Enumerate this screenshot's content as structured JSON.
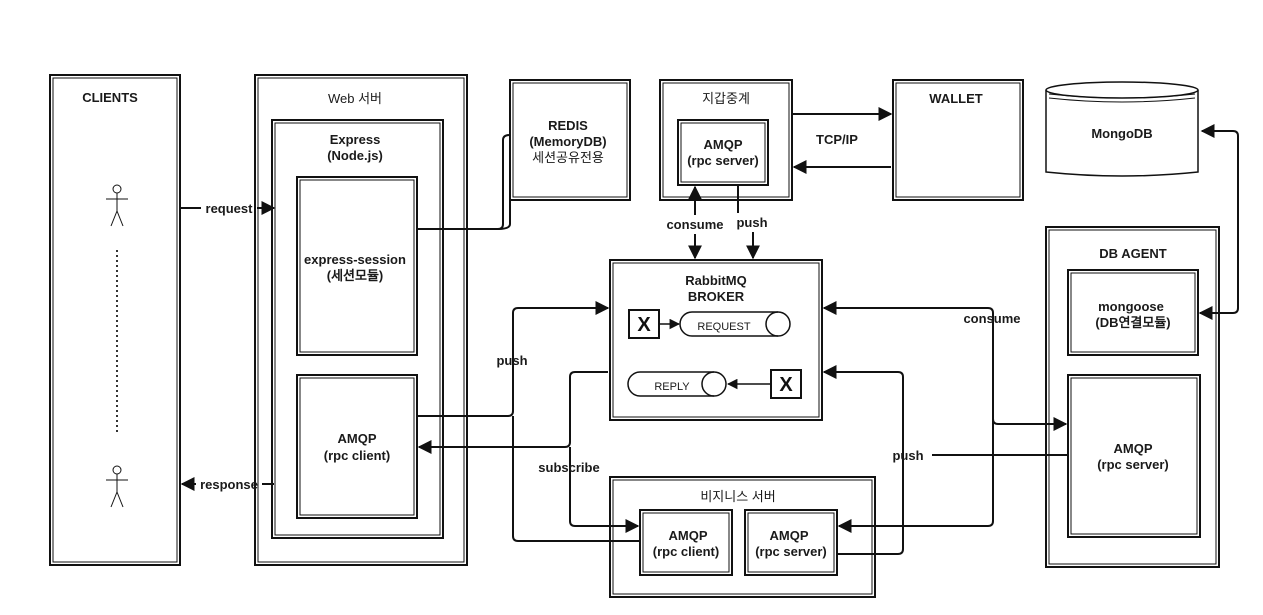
{
  "clients": {
    "title": "CLIENTS"
  },
  "web": {
    "title": "Web 서버",
    "express_line1": "Express",
    "express_line2": "(Node.js)",
    "session_line1": "express-session",
    "session_line2": "(세션모듈)",
    "amqp_line1": "AMQP",
    "amqp_line2": "(rpc client)"
  },
  "redis": {
    "line1": "REDIS",
    "line2": "(MemoryDB)",
    "line3": "세션공유전용"
  },
  "wallet_relay": {
    "title": "지갑중계",
    "amqp_line1": "AMQP",
    "amqp_line2": "(rpc server)"
  },
  "wallet": {
    "title": "WALLET"
  },
  "mongodb": {
    "title": "MongoDB"
  },
  "broker": {
    "line1": "RabbitMQ",
    "line2": "BROKER",
    "request_queue": "REQUEST",
    "reply_queue": "REPLY",
    "exchange_glyph": "X"
  },
  "db_agent": {
    "title": "DB AGENT",
    "mongoose_line1": "mongoose",
    "mongoose_line2": "(DB연결모듈)",
    "amqp_line1": "AMQP",
    "amqp_line2": "(rpc server)"
  },
  "business": {
    "title": "비지니스 서버",
    "client_line1": "AMQP",
    "client_line2": "(rpc client)",
    "server_line1": "AMQP",
    "server_line2": "(rpc server)"
  },
  "edges": {
    "request": "request",
    "response": "response",
    "tcpip": "TCP/IP",
    "consume_top": "consume",
    "push_top": "push",
    "push_left": "push",
    "subscribe": "subscribe",
    "consume_right": "consume",
    "push_right": "push"
  }
}
